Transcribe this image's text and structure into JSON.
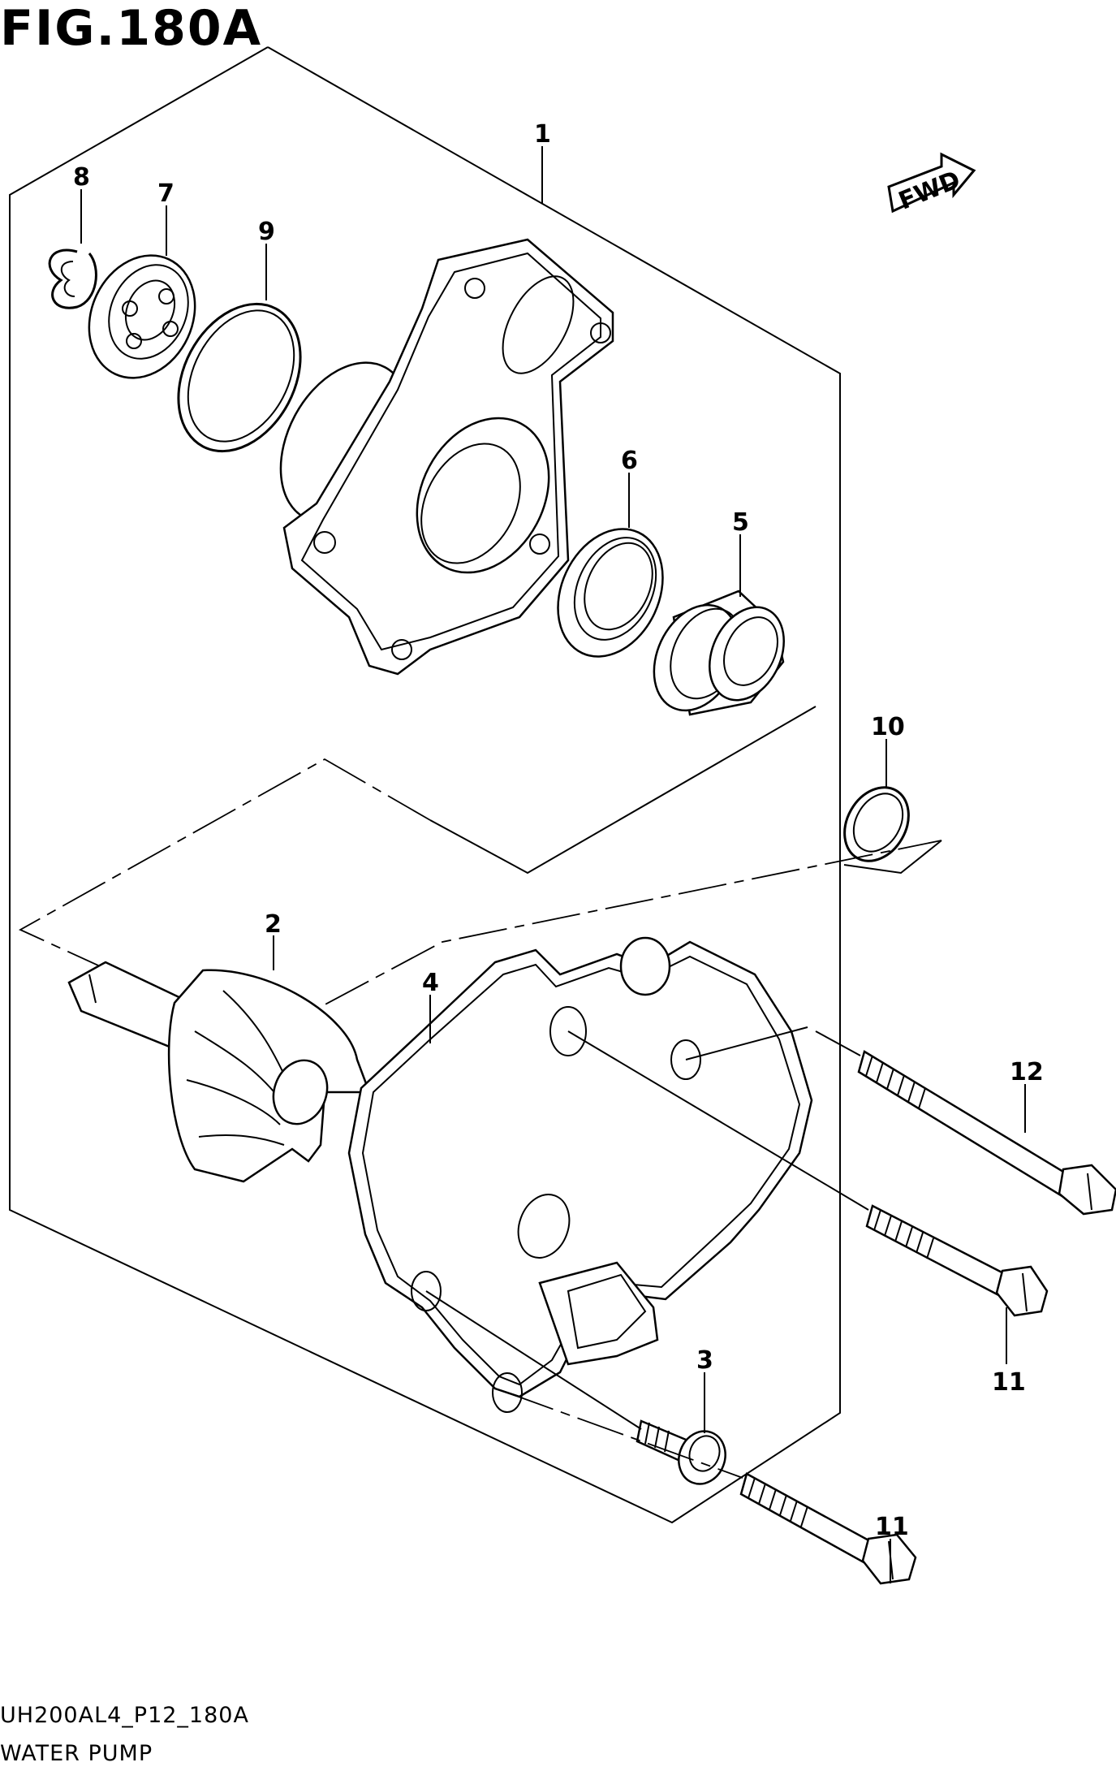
{
  "figure": {
    "title": "FIG.180A",
    "code": "UH200AL4_P12_180A",
    "name": "WATER PUMP",
    "direction_label": "FWD"
  },
  "callouts": [
    "1",
    "2",
    "3",
    "4",
    "5",
    "6",
    "7",
    "8",
    "9",
    "10",
    "11",
    "12",
    "11"
  ]
}
